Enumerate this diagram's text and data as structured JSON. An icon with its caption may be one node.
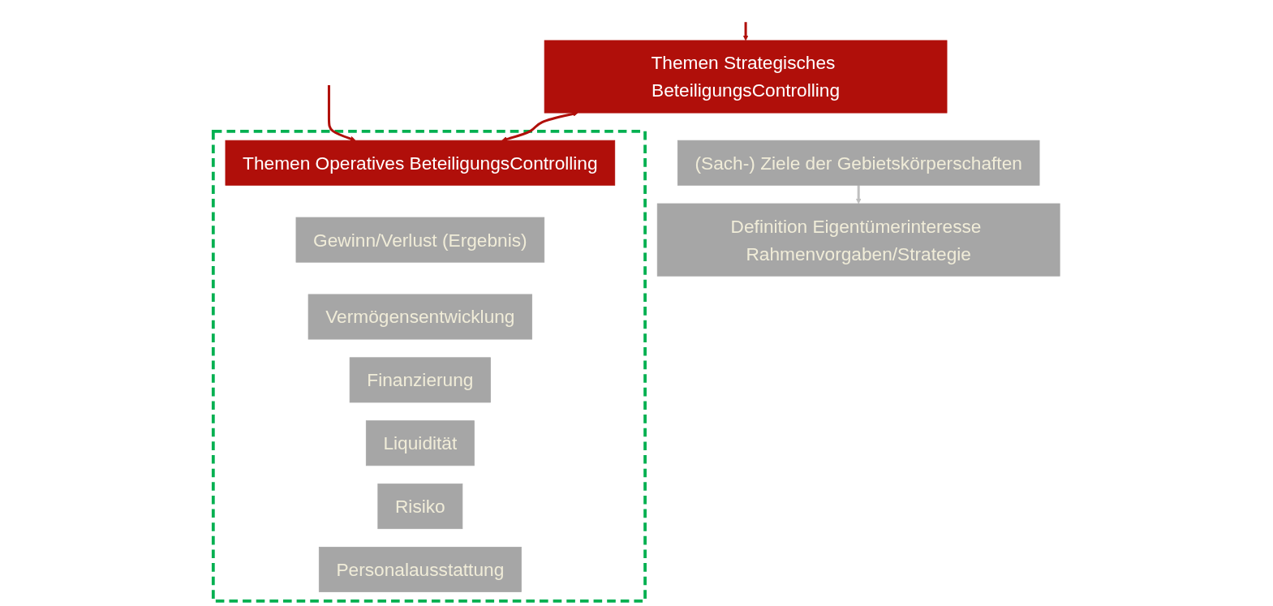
{
  "diagram": {
    "nodes": [
      {
        "text": [
          "Themen Strategisches BeteiligungsControlling"
        ]
      },
      {
        "text": [
          "(Sach-) Ziele der Gebietskörperschaften"
        ]
      },
      {
        "text": [
          "Definition Eigentümerinteresse Rahmenvorgaben/Strategie"
        ]
      },
      {
        "text": [],
        "shape": "box"
      },
      {
        "text": [
          "Themen Operatives BeteiligungsControlling"
        ],
        "in": 3
      },
      {
        "text": [
          "Gewinn/Verlust (Ergebnis)"
        ],
        "in": 3
      },
      {
        "text": [
          "Vermögensentwicklung"
        ],
        "in": 3
      },
      {
        "text": [
          "Finanzierung"
        ],
        "in": 3
      },
      {
        "text": [
          "Liquidität"
        ],
        "in": 3
      },
      {
        "text": [
          "Risiko"
        ],
        "in": 3
      },
      {
        "text": [
          "Personalausstattung"
        ],
        "in": 3
      }
    ],
    "edges": [
      {
        "from": null,
        "to": 0,
        "arrow": "to"
      },
      {
        "from": null,
        "to": 4,
        "arrow": "to"
      },
      {
        "from": 0,
        "to": 4,
        "arrow": "both"
      },
      {
        "from": 1,
        "to": 2,
        "arrow": "to",
        "color": "#bfbfbf"
      }
    ]
  }
}
